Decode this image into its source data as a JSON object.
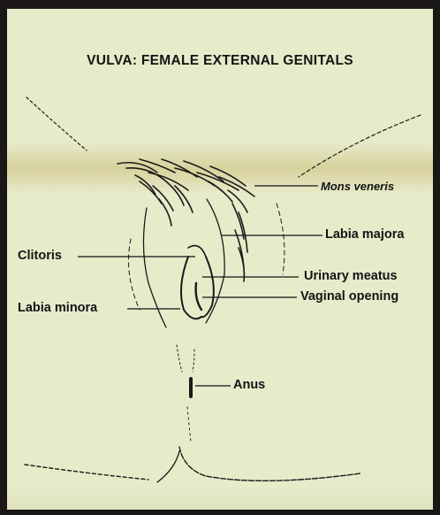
{
  "title": "VULVA: FEMALE EXTERNAL GENITALS",
  "labels": {
    "mons_veneris": "Mons veneris",
    "labia_majora": "Labia majora",
    "clitoris": "Clitoris",
    "urinary_meatus": "Urinary meatus",
    "vaginal_opening": "Vaginal opening",
    "labia_minora": "Labia minora",
    "anus": "Anus"
  },
  "colors": {
    "background": "#e6ebca",
    "frame": "#1a1716",
    "ink": "#141414"
  }
}
